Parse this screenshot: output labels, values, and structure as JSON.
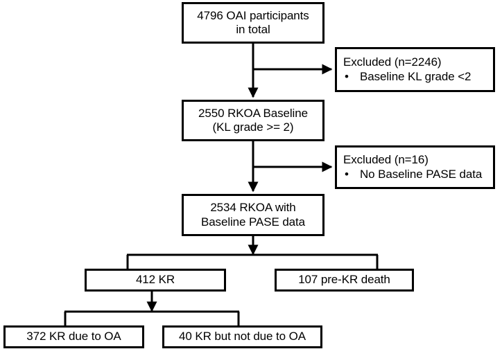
{
  "diagram": {
    "title": "OAI RKOA participant selection flow",
    "type": "flowchart",
    "stroke_color": "#000000",
    "fill_color": "#ffffff",
    "text_color": "#000000",
    "nodes": {
      "total": {
        "line1": "4796 OAI participants",
        "line2": "in total"
      },
      "excluded_1": {
        "heading": "Excluded (n=2246)",
        "bullet_glyph": "•",
        "bullet_1": "Baseline KL grade <2"
      },
      "baseline": {
        "line1": "2550 RKOA Baseline",
        "line2": "(KL grade >= 2)"
      },
      "excluded_2": {
        "heading": "Excluded (n=16)",
        "bullet_glyph": "•",
        "bullet_1": "No Baseline PASE data"
      },
      "pase": {
        "line1": "2534 RKOA with",
        "line2": "Baseline PASE data"
      },
      "kr": {
        "line1": "412 KR"
      },
      "prekr_death": {
        "line1": "107 pre-KR death"
      },
      "kr_due_oa": {
        "line1": "372 KR due to OA"
      },
      "kr_not_due_oa": {
        "line1": "40 KR but not due to OA"
      }
    }
  },
  "chart_data": {
    "type": "diagram",
    "title": "OAI RKOA participant selection flow",
    "nodes": [
      {
        "id": "total",
        "label": "4796 OAI participants in total",
        "count": 4796
      },
      {
        "id": "excluded_1",
        "label": "Excluded (n=2246): Baseline KL grade <2",
        "count": 2246
      },
      {
        "id": "baseline",
        "label": "2550 RKOA Baseline (KL grade >= 2)",
        "count": 2550
      },
      {
        "id": "excluded_2",
        "label": "Excluded (n=16): No Baseline PASE data",
        "count": 16
      },
      {
        "id": "pase",
        "label": "2534 RKOA with Baseline PASE data",
        "count": 2534
      },
      {
        "id": "kr",
        "label": "412 KR",
        "count": 412
      },
      {
        "id": "prekr_death",
        "label": "107 pre-KR death",
        "count": 107
      },
      {
        "id": "kr_due_oa",
        "label": "372 KR due to OA",
        "count": 372
      },
      {
        "id": "kr_not_due_oa",
        "label": "40 KR but not due to OA",
        "count": 40
      }
    ],
    "edges": [
      {
        "from": "total",
        "to": "excluded_1"
      },
      {
        "from": "total",
        "to": "baseline"
      },
      {
        "from": "baseline",
        "to": "excluded_2"
      },
      {
        "from": "baseline",
        "to": "pase"
      },
      {
        "from": "pase",
        "to": "kr"
      },
      {
        "from": "pase",
        "to": "prekr_death"
      },
      {
        "from": "kr",
        "to": "kr_due_oa"
      },
      {
        "from": "kr",
        "to": "kr_not_due_oa"
      }
    ]
  }
}
